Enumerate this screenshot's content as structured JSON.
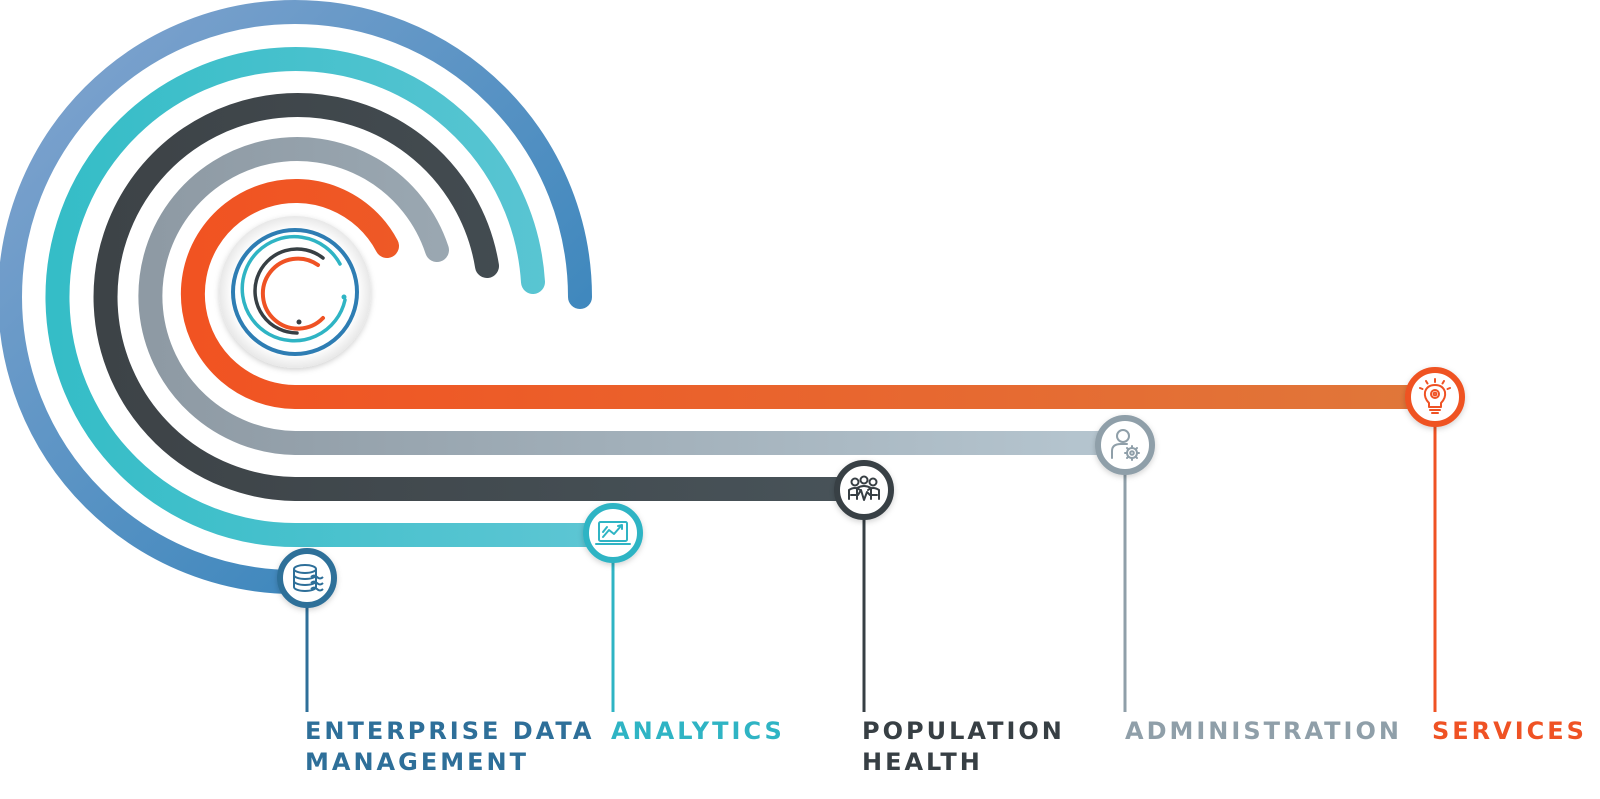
{
  "colors": {
    "enterprise": "#2e6f99",
    "analytics": "#2fb4c4",
    "population": "#373f44",
    "administration": "#8f9fa9",
    "services": "#ef5224",
    "tracks": {
      "enterprise": [
        "#84a5cf",
        "#2a7fb8"
      ],
      "analytics": [
        "#35bdc7",
        "#5ec6d4"
      ],
      "population": [
        "#3d4347",
        "#485359"
      ],
      "administration": [
        "#8e9aa4",
        "#b6c6d0"
      ],
      "services": [
        "#f15322",
        "#e0773a"
      ]
    }
  },
  "categories": [
    {
      "id": "enterprise",
      "icon": "database-icon",
      "lines": [
        "ENTERPRISE DATA",
        "MANAGEMENT"
      ]
    },
    {
      "id": "analytics",
      "icon": "analytics-chart-icon",
      "lines": [
        "ANALYTICS"
      ]
    },
    {
      "id": "population",
      "icon": "people-health-icon",
      "lines": [
        "POPULATION",
        "HEALTH"
      ]
    },
    {
      "id": "administration",
      "icon": "user-gear-icon",
      "lines": [
        "ADMINISTRATION"
      ]
    },
    {
      "id": "services",
      "icon": "lightbulb-icon",
      "lines": [
        "SERVICES"
      ]
    }
  ],
  "center_logo": "circular-logo-icon"
}
